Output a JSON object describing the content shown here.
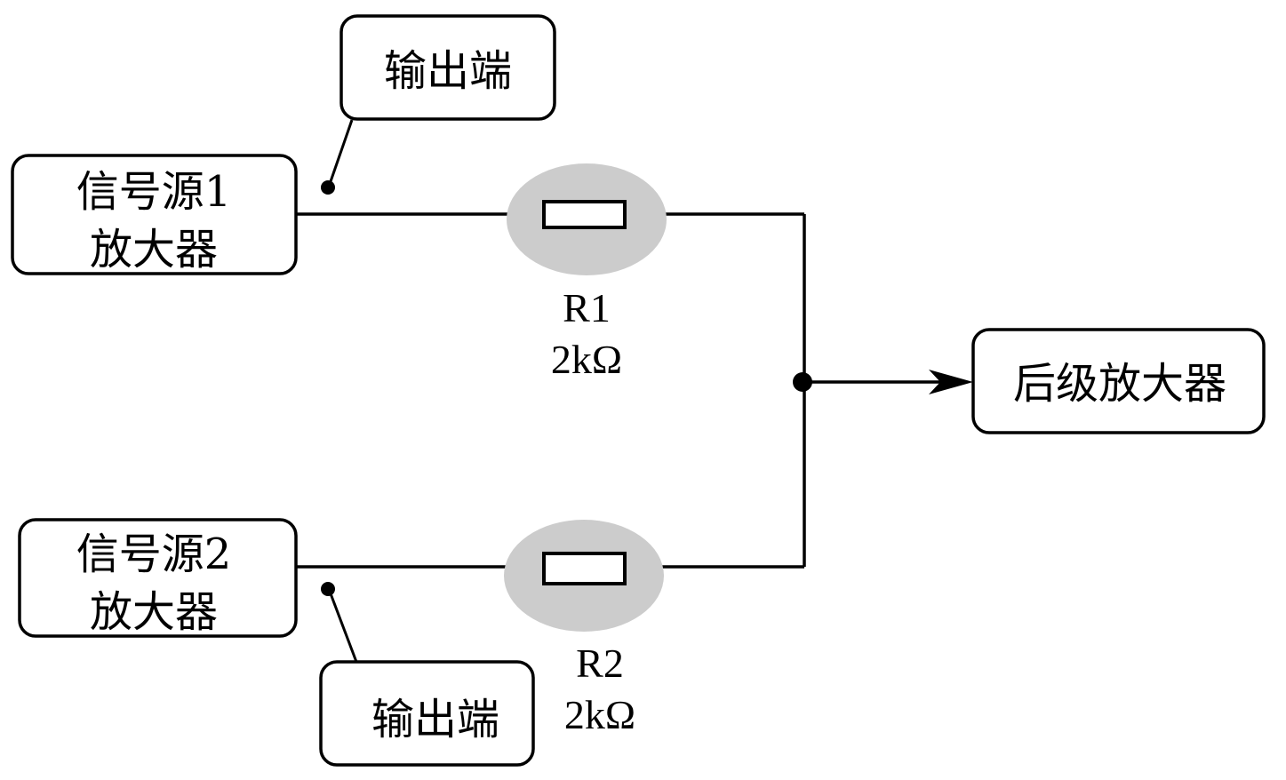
{
  "source1": {
    "line1": "信号源1",
    "line2": "放大器"
  },
  "source2": {
    "line1": "信号源2",
    "line2": "放大器"
  },
  "output_top": {
    "label": "输出端"
  },
  "output_bottom": {
    "label": "输出端"
  },
  "r1": {
    "name": "R1",
    "value": "2kΩ"
  },
  "r2": {
    "name": "R2",
    "value": "2kΩ"
  },
  "next_stage": {
    "label": "后级放大器"
  },
  "colors": {
    "line": "#000000",
    "highlight": "#cccccc",
    "background": "#ffffff"
  }
}
